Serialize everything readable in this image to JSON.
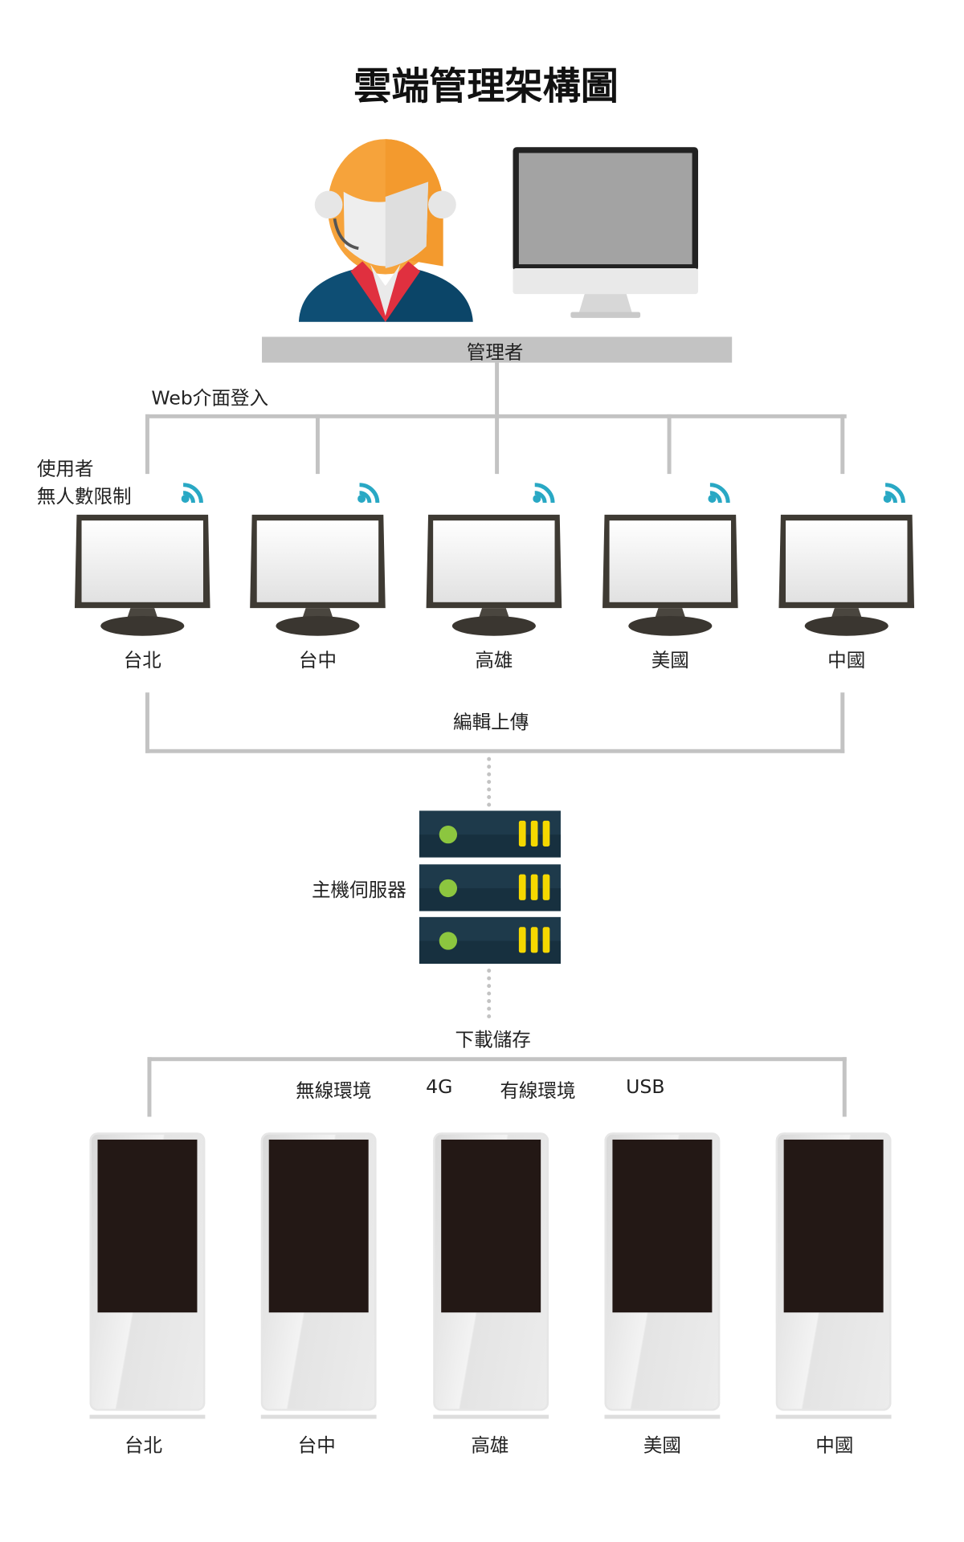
{
  "title": "雲端管理架構圖",
  "admin": {
    "label": "管理者"
  },
  "web_login_label": "Web介面登入",
  "user_note": {
    "line1": "使用者",
    "line2": "無人數限制"
  },
  "clients": [
    {
      "label": "台北"
    },
    {
      "label": "台中"
    },
    {
      "label": "高雄"
    },
    {
      "label": "美國"
    },
    {
      "label": "中國"
    }
  ],
  "upload_label": "編輯上傳",
  "server_label": "主機伺服器",
  "download_label": "下載儲存",
  "connections": [
    "無線環境",
    "4G",
    "有線環境",
    "USB"
  ],
  "kiosks": [
    {
      "label": "台北"
    },
    {
      "label": "台中"
    },
    {
      "label": "高雄"
    },
    {
      "label": "美國"
    },
    {
      "label": "中國"
    }
  ],
  "colors": {
    "line": "#c3c3c3",
    "wifi": "#29a8c4",
    "server": "#1e3a4b",
    "led": "#8cc63f",
    "server_bars": "#f5d800",
    "kiosk_screen": "#231815"
  }
}
